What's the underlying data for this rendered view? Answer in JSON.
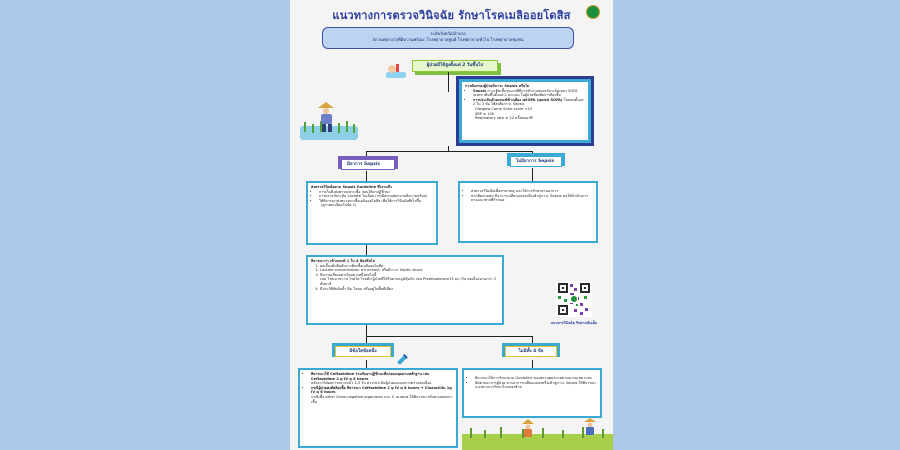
{
  "poster": {
    "title": "แนวทางการตรวจวินิจฉัย รักษาโรคเมลิออยโดสิส",
    "banner": {
      "line1": "ระดับจังหวัด/อำเภอ",
      "line2": "สถานพยาบาลที่มีความพร้อม: โรงพยาบาลศูนย์ โรงพยาบาลทั่วไป โรงพยาบาลชุมชน"
    },
    "start_label": "ผู้ป่วยมีไข้สูงตั้งแต่ 2 วันขึ้นไป",
    "criteria": {
      "heading": "การคัดกรองผู้ป่วยมีภาวะ Sepsis หรือไม่",
      "item1_bold": "Sepsis",
      "item1_text": "ภาวะติดเชื้อรุนแรงที่มีการทำงานของอวัยวะล้มเหลว SOFA score เพิ่มขึ้นตั้งแต่ 2 คะแนน ในผู้ป่วยที่สงสัยการติดเชื้อ",
      "item2_bold": "การประเมินด้วยเกณฑ์ข้างเตียง qSOFA (quick SOFA)",
      "item2_text": "โดยพบตั้งแต่ 2 ใน 3 ข้อ ให้สงสัยภาวะ Sepsis",
      "sub1": "Glasgow Coma Scale score <15",
      "sub2": "SBP ≤ 100",
      "sub3": "Respiratory rate ≥ 22 ครั้งต่อนาที"
    },
    "branch_left": "มีอาการ Sepsis",
    "branch_right": "ไม่มีอาการ Sepsis",
    "sepsis_box": {
      "heading": "ส่งตรวจวินิจฉัยตาม Sepsis Guideline ซึ่งรวมถึง",
      "b1": "การเก็บสิ่งส่งตรวจเพาะเชื้อ ก่อนให้ยาปฏิชีวนะ",
      "b2": "การตรวจวัดระดับ Lactate ในเลือด (กรณีสถานพยาบาลมีความพร้อม)",
      "b3": "ให้พิจารณาส่งตรวจหาเชื้อเมลิออยโดสิส เพื่อให้การวินิจฉัยที่เร็วขึ้น",
      "b4": "(ดูรายละเอียดในข้อ 1)"
    },
    "nosepsis_box": {
      "b1": "ส่งตรวจวินิจฉัยเพื่อหาสาเหตุ และให้การรักษาตามอาการ",
      "b2": "หากติดตามพบ มีอาการเปลี่ยนแปลงหรือเข้าสู่ภาวะ Sepsis ขอให้ดำเนินการตามแนวทางที่กำหนด"
    },
    "consider_box": {
      "heading": "พิจารณาว่า เข้าเกณฑ์ 1 ใน 4 ข้อหรือไม่",
      "i1": "ผลเบื้องต้นยืนยันการติดเชื้อเมลิออยโดสิส",
      "i2": "Lactate concentration ≥4 mmol/L หรือมีภาวะ Septic shock",
      "i3": "มีความเสี่ยงอย่างใดอย่างหนึ่งต่อไปนี้",
      "i3_detail": "เช่น โรคเบาหวาน โรคไต โรคตับ ผู้ป่วยที่ได้รับยากดภูมิคุ้มกัน เช่น Prednisolone≥15 มก./วัน ต่อเนื่องนานกว่า 2 สัปดาห์",
      "i4": "มีประวัติสัมผัสน้ำ ดิน โคลน หรืออยู่ในพื้นที่เสี่ยง"
    },
    "qr_caption": "แนวทางวินิจฉัย รักษาฉบับเต็ม",
    "branch_yes": "มีข้อใดข้อหนึ่ง",
    "branch_no": "ไม่มีทั้ง 4 ข้อ",
    "yes_box": {
      "l1_bold": "พิจารณาให้ Ceftazidime ร่วมกับยาปฏิชีวนะที่ครอบคลุมตามหลักฐาน เช่น",
      "l1b": "Ceftazidime 2 g IV q 8 hours",
      "l1c": "หลังจากได้ผลการตรวจแล้ว 3-5 วัน ควรประเมินผู้ป่วยและผลการตรวจต่อเนื่อง",
      "l2_bold": "กรณีผู้ป่วยสงสัยติดเชื้อ พิจารณา Ceftazidime 2 g IV q 8 hours + Cloxacillin 1g IV q 6 hours",
      "l2_text": "กรณีเชื้อ other Gram-negative organisms และ S. aureus ให้พิจารณาปรับตามผลเพาะเชื้อ"
    },
    "no_box": {
      "b1": "พิจารณาให้การรักษาตาม Guideline ของสถานพยาบาลตามความเหมาะสม",
      "b2": "ติดตามอาการผู้ป่วย หากอาการเปลี่ยนแปลงหรือเข้าสู่ภาวะ Sepsis ให้พิจารณาแนวทางการรักษาในกล่องซ้าย"
    }
  },
  "colors": {
    "background": "#aec8ea",
    "title": "#2c3f9e",
    "sepsis_border": "#7a5bbf",
    "nosepsis_border": "#3aa9d4",
    "green": "#8cc63f"
  }
}
